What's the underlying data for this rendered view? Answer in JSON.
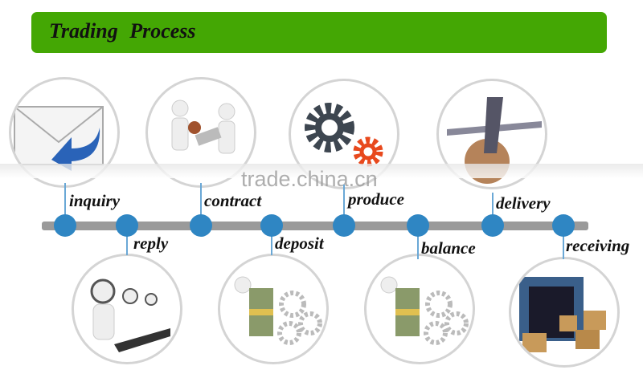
{
  "header": {
    "title": "Trading Process",
    "color": "#44a704"
  },
  "watermark": "trade.china.cn",
  "steps": [
    {
      "label": "inquiry",
      "icon": "envelope-reply-icon"
    },
    {
      "label": "reply",
      "icon": "call-center-icon"
    },
    {
      "label": "contract",
      "icon": "handshake-stamp-icon"
    },
    {
      "label": "deposit",
      "icon": "money-gears-icon"
    },
    {
      "label": "produce",
      "icon": "gears-icon"
    },
    {
      "label": "balance",
      "icon": "money-gears-icon"
    },
    {
      "label": "delivery",
      "icon": "airplane-globe-icon"
    },
    {
      "label": "receiving",
      "icon": "container-boxes-icon"
    }
  ],
  "colors": {
    "dot": "#2f86c3",
    "bar": "#9a9a9a"
  }
}
